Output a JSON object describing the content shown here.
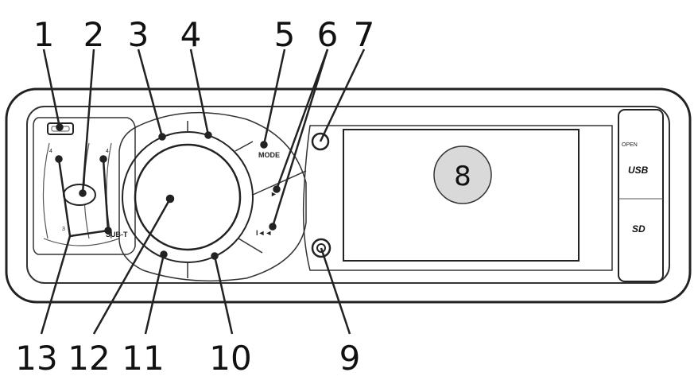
{
  "callouts": {
    "c1": "1",
    "c2": "2",
    "c3": "3",
    "c4": "4",
    "c5": "5",
    "c6": "6",
    "c7": "7",
    "c8": "8",
    "c9": "9",
    "c10": "10",
    "c11": "11",
    "c12": "12",
    "c13": "13"
  },
  "panel_labels": {
    "mode": "MODE",
    "usb": "USB",
    "sd": "SD",
    "open": "OPEN",
    "sub_t": "SUB-T",
    "prev": "I◄◄",
    "play": "►"
  },
  "icons": {
    "play": "play-icon",
    "prev": "skip-previous-icon",
    "ir_sensor": "ir-sensor-icon",
    "jack": "aux-jack-icon"
  }
}
